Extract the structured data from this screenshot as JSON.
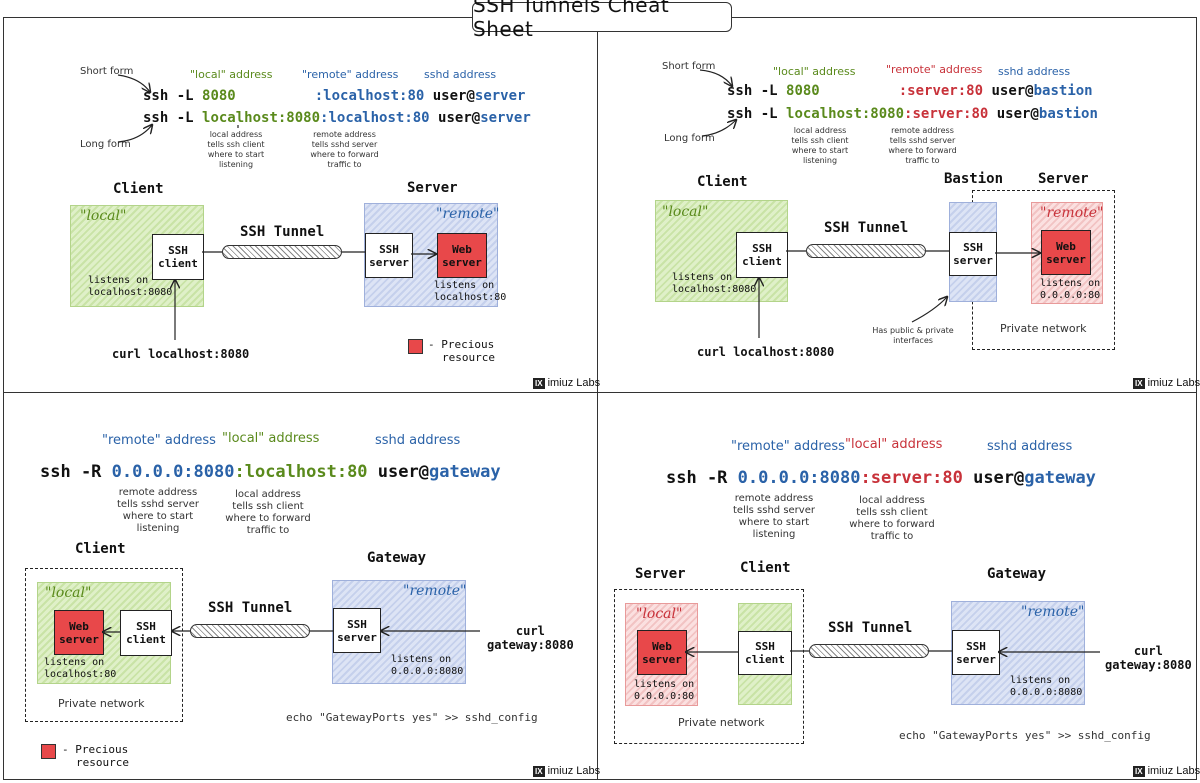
{
  "title": "SSH Tunnels Cheat Sheet",
  "brand": {
    "mark": "IX",
    "text": "imiuz Labs"
  },
  "legend": {
    "line1": "- Precious",
    "line2": "resource"
  },
  "colors": {
    "local": "#5a8a1c",
    "remote": "#2a62a8",
    "precious": "#e8484a"
  },
  "p1": {
    "short_form": "Short form",
    "long_form": "Long form",
    "hdr_local": "\"local\" address",
    "hdr_remote": "\"remote\" address",
    "hdr_sshd": "sshd address",
    "c1_pre": "ssh -L ",
    "c1_local": "8080",
    "c1_remote": ":localhost:80",
    "c1_user": " user@",
    "c1_host": "server",
    "c2_pre": "ssh -L ",
    "c2_local": "localhost:8080",
    "c2_remote": ":localhost:80",
    "c2_user": " user@",
    "c2_host": "server",
    "note_local": "local address\ntells ssh client\nwhere to start\nlistening",
    "note_remote": "remote address\ntells sshd server\nwhere to forward\ntraffic to",
    "client": "Client",
    "server": "Server",
    "zone_local": "\"local\"",
    "zone_remote": "\"remote\"",
    "ssh_client": "SSH\nclient",
    "ssh_server": "SSH\nserver",
    "web_server": "Web\nserver",
    "tunnel": "SSH Tunnel",
    "listen_client": "listens on\nlocalhost:8080",
    "listen_server": "listens on\nlocalhost:80",
    "curl": "curl localhost:8080"
  },
  "p2": {
    "short_form": "Short form",
    "long_form": "Long form",
    "hdr_local": "\"local\" address",
    "hdr_remote": "\"remote\" address",
    "hdr_sshd": "sshd address",
    "c1_pre": "ssh -L ",
    "c1_local": "8080",
    "c1_remote": ":server:80",
    "c1_user": " user@",
    "c1_host": "bastion",
    "c2_pre": "ssh -L ",
    "c2_local": "localhost:8080",
    "c2_remote": ":server:80",
    "c2_user": " user@",
    "c2_host": "bastion",
    "note_local": "local address\ntells ssh client\nwhere to start\nlistening",
    "note_remote": "remote address\ntells sshd server\nwhere to forward\ntraffic to",
    "client": "Client",
    "bastion": "Bastion",
    "server": "Server",
    "zone_local": "\"local\"",
    "zone_remote": "\"remote\"",
    "ssh_client": "SSH\nclient",
    "ssh_server": "SSH\nserver",
    "web_server": "Web\nserver",
    "tunnel": "SSH Tunnel",
    "listen_client": "listens on\nlocalhost:8080",
    "listen_server": "listens on\n0.0.0.0:80",
    "bastion_note": "Has public & private\ninterfaces",
    "private_network": "Private network",
    "curl": "curl localhost:8080"
  },
  "p3": {
    "hdr_remote": "\"remote\" address",
    "hdr_local": "\"local\" address",
    "hdr_sshd": "sshd address",
    "c_pre": "ssh -R ",
    "c_remote": "0.0.0.0:8080",
    "c_local": ":localhost:80",
    "c_user": " user@",
    "c_host": "gateway",
    "note_remote": "remote address\ntells sshd server\nwhere to start\nlistening",
    "note_local": "local address\ntells ssh client\nwhere to forward\ntraffic to",
    "client": "Client",
    "gateway": "Gateway",
    "zone_local": "\"local\"",
    "zone_remote": "\"remote\"",
    "web_server": "Web\nserver",
    "ssh_client": "SSH\nclient",
    "ssh_server": "SSH\nserver",
    "tunnel": "SSH Tunnel",
    "listen_web": "listens on\nlocalhost:80",
    "listen_gw": "listens on\n0.0.0.0:8080",
    "private_network": "Private network",
    "curl": "curl\ngateway:8080",
    "echo": "echo \"GatewayPorts yes\" >> sshd_config"
  },
  "p4": {
    "hdr_remote": "\"remote\" address",
    "hdr_local": "\"local\" address",
    "hdr_sshd": "sshd address",
    "c_pre": "ssh -R ",
    "c_remote": "0.0.0.0:8080",
    "c_local": ":server:80",
    "c_user": " user@",
    "c_host": "gateway",
    "note_remote": "remote address\ntells sshd server\nwhere to start\nlistening",
    "note_local": "local address\ntells ssh client\nwhere to forward\ntraffic to",
    "server": "Server",
    "client": "Client",
    "gateway": "Gateway",
    "zone_local": "\"local\"",
    "zone_remote": "\"remote\"",
    "web_server": "Web\nserver",
    "ssh_client": "SSH\nclient",
    "ssh_server": "SSH\nserver",
    "tunnel": "SSH Tunnel",
    "listen_web": "listens on\n0.0.0.0:80",
    "listen_gw": "listens on\n0.0.0.0:8080",
    "private_network": "Private network",
    "curl": "curl\ngateway:8080",
    "echo": "echo \"GatewayPorts yes\" >> sshd_config"
  }
}
